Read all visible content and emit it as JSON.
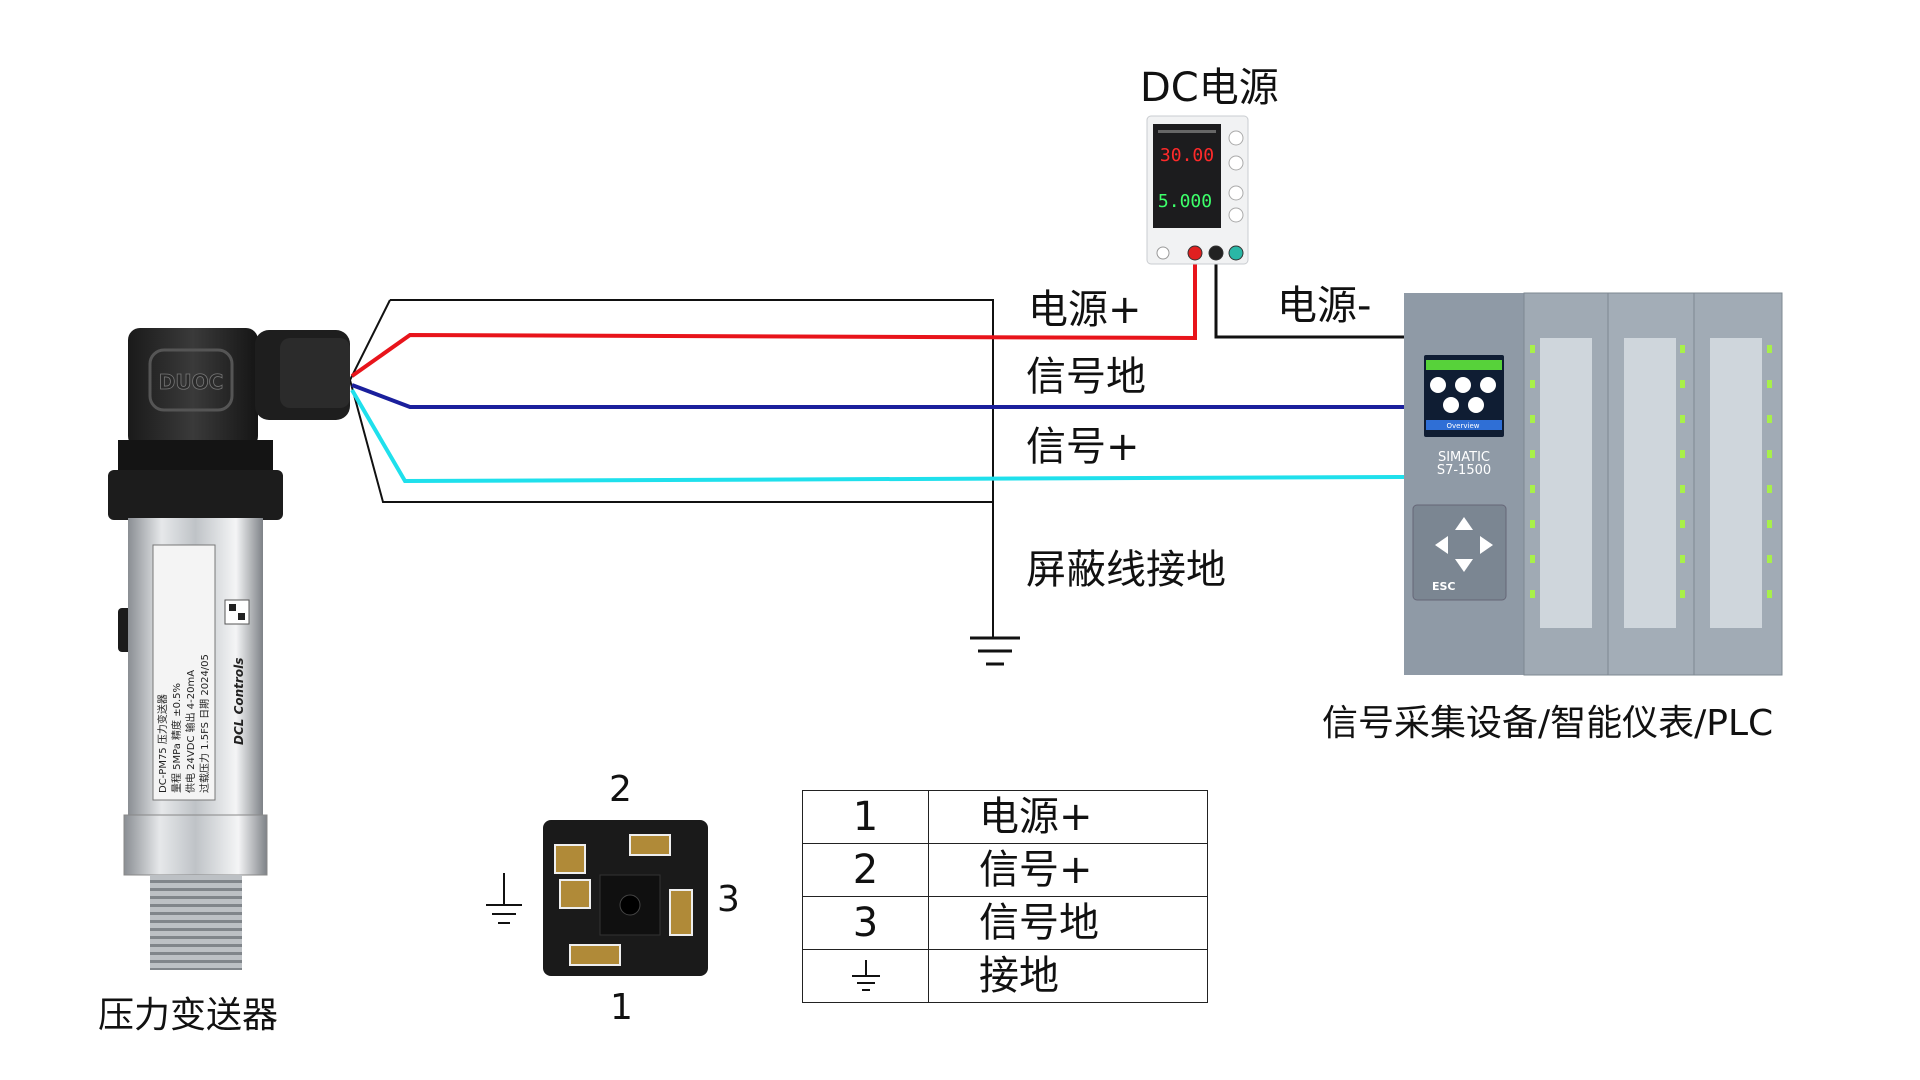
{
  "labels": {
    "dc_power": "DC电源",
    "power_plus": "电源+",
    "power_minus": "电源-",
    "signal_ground": "信号地",
    "signal_plus": "信号+",
    "shield_ground": "屏蔽线接地",
    "device": "信号采集设备/智能仪表/PLC",
    "transmitter": "压力变送器"
  },
  "connector": {
    "pin_top": "2",
    "pin_right": "3",
    "pin_bottom": "1"
  },
  "transmitter_body": {
    "brand": "DUOC",
    "nameplate": [
      "DC-PM75 压力变送器",
      "量程 5MPa  精度 ±0.5%",
      "供电 24VDC  输出 4-20mA",
      "过载压力 1.5FS  日期 2024/05"
    ],
    "maker": "DCL Controls"
  },
  "psu": {
    "voltage": "30.00",
    "current": "5.000"
  },
  "plc": {
    "brand": "SIMATIC",
    "model": "S7-1500",
    "screen_label": "Overview",
    "esc": "ESC"
  },
  "pin_table": {
    "rows": [
      {
        "pin": "1",
        "func": "电源+"
      },
      {
        "pin": "2",
        "func": "信号+"
      },
      {
        "pin": "3",
        "func": "信号地"
      },
      {
        "pin": "",
        "func": "接地"
      }
    ]
  },
  "colors": {
    "power_plus_wire": "#e8141b",
    "power_minus_wire": "#111111",
    "signal_ground_wire": "#1a1f9c",
    "signal_plus_wire": "#1fe0ec",
    "psu_display_red": "#ff2a2a",
    "psu_display_green": "#3dff6a",
    "plc_gray": "#9aa5b0",
    "plc_led_green": "#a8f04a"
  }
}
